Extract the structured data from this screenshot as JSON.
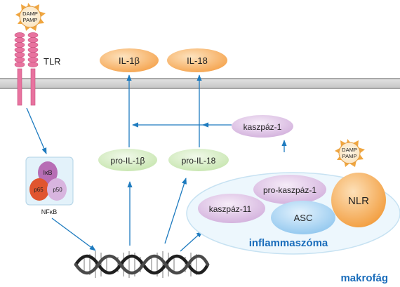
{
  "signals": {
    "top_left": [
      "DAMP",
      "PAMP"
    ],
    "right": [
      "DAMP",
      "PAMP"
    ]
  },
  "receptor": "TLR",
  "cytokines": {
    "il1b": "IL-1β",
    "il18": "IL-18"
  },
  "precursors": {
    "pro_il1b": "pro-IL-1β",
    "pro_il18": "pro-IL-18"
  },
  "caspase1": "kaszpáz-1",
  "nfkb": {
    "ikb": "IκB",
    "p65": "p65",
    "p50": "p50",
    "label": "NFκB"
  },
  "inflammasome": {
    "pro_caspase1": "pro-kaszpáz-1",
    "caspase11": "kaszpáz-11",
    "asc": "ASC",
    "nlr": "NLR",
    "label": "inflammaszóma"
  },
  "cell_label": "makrofág",
  "colors": {
    "arrow": "#1e7bbf",
    "membrane": "#9a9a9a",
    "label_blue": "#1a6dbb",
    "orange": "#f6b060",
    "green": "#d3ecc1",
    "violet": "#dcc0e4",
    "asc_blue": "#a9d3f2",
    "pink": "#e8739f",
    "sun": "#f0a640"
  }
}
